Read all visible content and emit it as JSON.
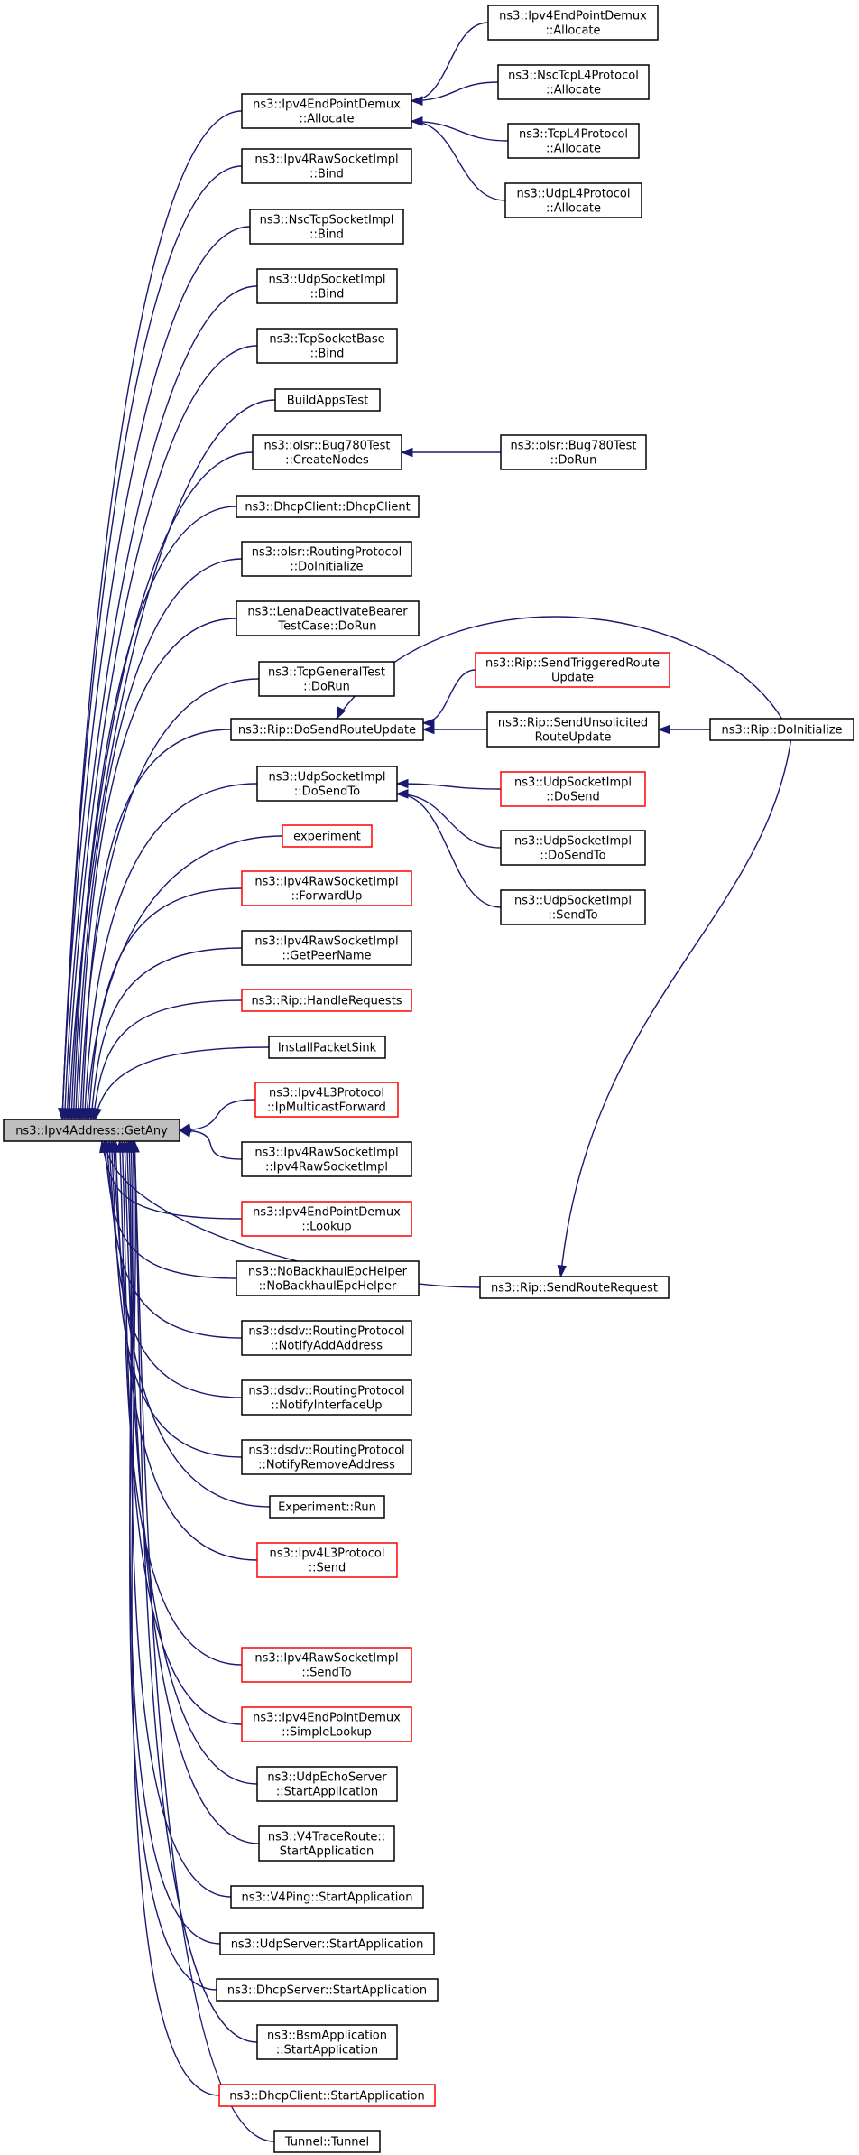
{
  "graph": {
    "edge_color": "#191970",
    "root": "n0",
    "nodes": [
      {
        "id": "n0",
        "lines": [
          "ns3::Ipv4Address::GetAny"
        ],
        "style": "root"
      },
      {
        "id": "n1",
        "lines": [
          "ns3::Ipv4EndPointDemux",
          "::Allocate"
        ],
        "style": "normal"
      },
      {
        "id": "n2",
        "lines": [
          "ns3::Ipv4RawSocketImpl",
          "::Bind"
        ],
        "style": "normal"
      },
      {
        "id": "n3",
        "lines": [
          "ns3::NscTcpSocketImpl",
          "::Bind"
        ],
        "style": "normal"
      },
      {
        "id": "n4",
        "lines": [
          "ns3::UdpSocketImpl",
          "::Bind"
        ],
        "style": "normal"
      },
      {
        "id": "n5",
        "lines": [
          "ns3::TcpSocketBase",
          "::Bind"
        ],
        "style": "normal"
      },
      {
        "id": "n6",
        "lines": [
          "BuildAppsTest"
        ],
        "style": "normal"
      },
      {
        "id": "n7",
        "lines": [
          "ns3::olsr::Bug780Test",
          "::CreateNodes"
        ],
        "style": "normal"
      },
      {
        "id": "n8",
        "lines": [
          "ns3::DhcpClient::DhcpClient"
        ],
        "style": "normal"
      },
      {
        "id": "n9",
        "lines": [
          "ns3::olsr::RoutingProtocol",
          "::DoInitialize"
        ],
        "style": "normal"
      },
      {
        "id": "n10",
        "lines": [
          "ns3::LenaDeactivateBearer",
          "TestCase::DoRun"
        ],
        "style": "normal"
      },
      {
        "id": "n11",
        "lines": [
          "ns3::TcpGeneralTest",
          "::DoRun"
        ],
        "style": "normal"
      },
      {
        "id": "n12",
        "lines": [
          "ns3::Rip::DoSendRouteUpdate"
        ],
        "style": "normal"
      },
      {
        "id": "n13",
        "lines": [
          "ns3::UdpSocketImpl",
          "::DoSendTo"
        ],
        "style": "normal"
      },
      {
        "id": "n14",
        "lines": [
          "experiment"
        ],
        "style": "red"
      },
      {
        "id": "n15",
        "lines": [
          "ns3::Ipv4RawSocketImpl",
          "::ForwardUp"
        ],
        "style": "red"
      },
      {
        "id": "n16",
        "lines": [
          "ns3::Ipv4RawSocketImpl",
          "::GetPeerName"
        ],
        "style": "normal"
      },
      {
        "id": "n17",
        "lines": [
          "ns3::Rip::HandleRequests"
        ],
        "style": "red"
      },
      {
        "id": "n18",
        "lines": [
          "InstallPacketSink"
        ],
        "style": "normal"
      },
      {
        "id": "n19",
        "lines": [
          "ns3::Ipv4L3Protocol",
          "::IpMulticastForward"
        ],
        "style": "red"
      },
      {
        "id": "n20",
        "lines": [
          "ns3::Ipv4RawSocketImpl",
          "::Ipv4RawSocketImpl"
        ],
        "style": "normal"
      },
      {
        "id": "n21",
        "lines": [
          "ns3::Ipv4EndPointDemux",
          "::Lookup"
        ],
        "style": "red"
      },
      {
        "id": "n22",
        "lines": [
          "ns3::NoBackhaulEpcHelper",
          "::NoBackhaulEpcHelper"
        ],
        "style": "normal"
      },
      {
        "id": "n23",
        "lines": [
          "ns3::dsdv::RoutingProtocol",
          "::NotifyAddAddress"
        ],
        "style": "normal"
      },
      {
        "id": "n24",
        "lines": [
          "ns3::dsdv::RoutingProtocol",
          "::NotifyInterfaceUp"
        ],
        "style": "normal"
      },
      {
        "id": "n25",
        "lines": [
          "ns3::dsdv::RoutingProtocol",
          "::NotifyRemoveAddress"
        ],
        "style": "normal"
      },
      {
        "id": "n26",
        "lines": [
          "Experiment::Run"
        ],
        "style": "normal"
      },
      {
        "id": "n27",
        "lines": [
          "ns3::Ipv4L3Protocol",
          "::Send"
        ],
        "style": "red"
      },
      {
        "id": "n28",
        "lines": [
          "ns3::Rip::SendRouteRequest"
        ],
        "style": "normal"
      },
      {
        "id": "n29",
        "lines": [
          "ns3::Ipv4RawSocketImpl",
          "::SendTo"
        ],
        "style": "red"
      },
      {
        "id": "n30",
        "lines": [
          "ns3::Ipv4EndPointDemux",
          "::SimpleLookup"
        ],
        "style": "red"
      },
      {
        "id": "n31",
        "lines": [
          "ns3::UdpEchoServer",
          "::StartApplication"
        ],
        "style": "normal"
      },
      {
        "id": "n32",
        "lines": [
          "ns3::V4TraceRoute::",
          "StartApplication"
        ],
        "style": "normal"
      },
      {
        "id": "n33",
        "lines": [
          "ns3::V4Ping::StartApplication"
        ],
        "style": "normal"
      },
      {
        "id": "n34",
        "lines": [
          "ns3::UdpServer::StartApplication"
        ],
        "style": "normal"
      },
      {
        "id": "n35",
        "lines": [
          "ns3::DhcpServer::StartApplication"
        ],
        "style": "normal"
      },
      {
        "id": "n36",
        "lines": [
          "ns3::BsmApplication",
          "::StartApplication"
        ],
        "style": "normal"
      },
      {
        "id": "n37",
        "lines": [
          "ns3::DhcpClient::StartApplication"
        ],
        "style": "red"
      },
      {
        "id": "n38",
        "lines": [
          "Tunnel::Tunnel"
        ],
        "style": "normal"
      },
      {
        "id": "n39",
        "lines": [
          "ns3::Ipv4EndPointDemux",
          "::Allocate"
        ],
        "style": "normal"
      },
      {
        "id": "n40",
        "lines": [
          "ns3::NscTcpL4Protocol",
          "::Allocate"
        ],
        "style": "normal"
      },
      {
        "id": "n41",
        "lines": [
          "ns3::TcpL4Protocol",
          "::Allocate"
        ],
        "style": "normal"
      },
      {
        "id": "n42",
        "lines": [
          "ns3::UdpL4Protocol",
          "::Allocate"
        ],
        "style": "normal"
      },
      {
        "id": "n43",
        "lines": [
          "ns3::olsr::Bug780Test",
          "::DoRun"
        ],
        "style": "normal"
      },
      {
        "id": "n44",
        "lines": [
          "ns3::Rip::SendTriggeredRoute",
          "Update"
        ],
        "style": "red"
      },
      {
        "id": "n45",
        "lines": [
          "ns3::Rip::SendUnsolicited",
          "RouteUpdate"
        ],
        "style": "normal"
      },
      {
        "id": "n46",
        "lines": [
          "ns3::UdpSocketImpl",
          "::DoSend"
        ],
        "style": "red"
      },
      {
        "id": "n47",
        "lines": [
          "ns3::UdpSocketImpl",
          "::DoSendTo"
        ],
        "style": "normal"
      },
      {
        "id": "n48",
        "lines": [
          "ns3::UdpSocketImpl",
          "::SendTo"
        ],
        "style": "normal"
      },
      {
        "id": "n49",
        "lines": [
          "ns3::Rip::DoInitialize"
        ],
        "style": "normal"
      }
    ],
    "edges": [
      [
        "n1",
        "n0"
      ],
      [
        "n2",
        "n0"
      ],
      [
        "n3",
        "n0"
      ],
      [
        "n4",
        "n0"
      ],
      [
        "n5",
        "n0"
      ],
      [
        "n6",
        "n0"
      ],
      [
        "n7",
        "n0"
      ],
      [
        "n8",
        "n0"
      ],
      [
        "n9",
        "n0"
      ],
      [
        "n10",
        "n0"
      ],
      [
        "n11",
        "n0"
      ],
      [
        "n12",
        "n0"
      ],
      [
        "n13",
        "n0"
      ],
      [
        "n14",
        "n0"
      ],
      [
        "n15",
        "n0"
      ],
      [
        "n16",
        "n0"
      ],
      [
        "n17",
        "n0"
      ],
      [
        "n18",
        "n0"
      ],
      [
        "n19",
        "n0"
      ],
      [
        "n20",
        "n0"
      ],
      [
        "n21",
        "n0"
      ],
      [
        "n22",
        "n0"
      ],
      [
        "n23",
        "n0"
      ],
      [
        "n24",
        "n0"
      ],
      [
        "n25",
        "n0"
      ],
      [
        "n26",
        "n0"
      ],
      [
        "n27",
        "n0"
      ],
      [
        "n28",
        "n0"
      ],
      [
        "n29",
        "n0"
      ],
      [
        "n30",
        "n0"
      ],
      [
        "n31",
        "n0"
      ],
      [
        "n32",
        "n0"
      ],
      [
        "n33",
        "n0"
      ],
      [
        "n34",
        "n0"
      ],
      [
        "n35",
        "n0"
      ],
      [
        "n36",
        "n0"
      ],
      [
        "n37",
        "n0"
      ],
      [
        "n38",
        "n0"
      ],
      [
        "n39",
        "n1"
      ],
      [
        "n40",
        "n1"
      ],
      [
        "n41",
        "n1"
      ],
      [
        "n42",
        "n1"
      ],
      [
        "n43",
        "n7"
      ],
      [
        "n44",
        "n12"
      ],
      [
        "n45",
        "n12"
      ],
      [
        "n49",
        "n12"
      ],
      [
        "n49",
        "n45"
      ],
      [
        "n49",
        "n28"
      ],
      [
        "n46",
        "n13"
      ],
      [
        "n47",
        "n13"
      ],
      [
        "n48",
        "n13"
      ]
    ]
  }
}
